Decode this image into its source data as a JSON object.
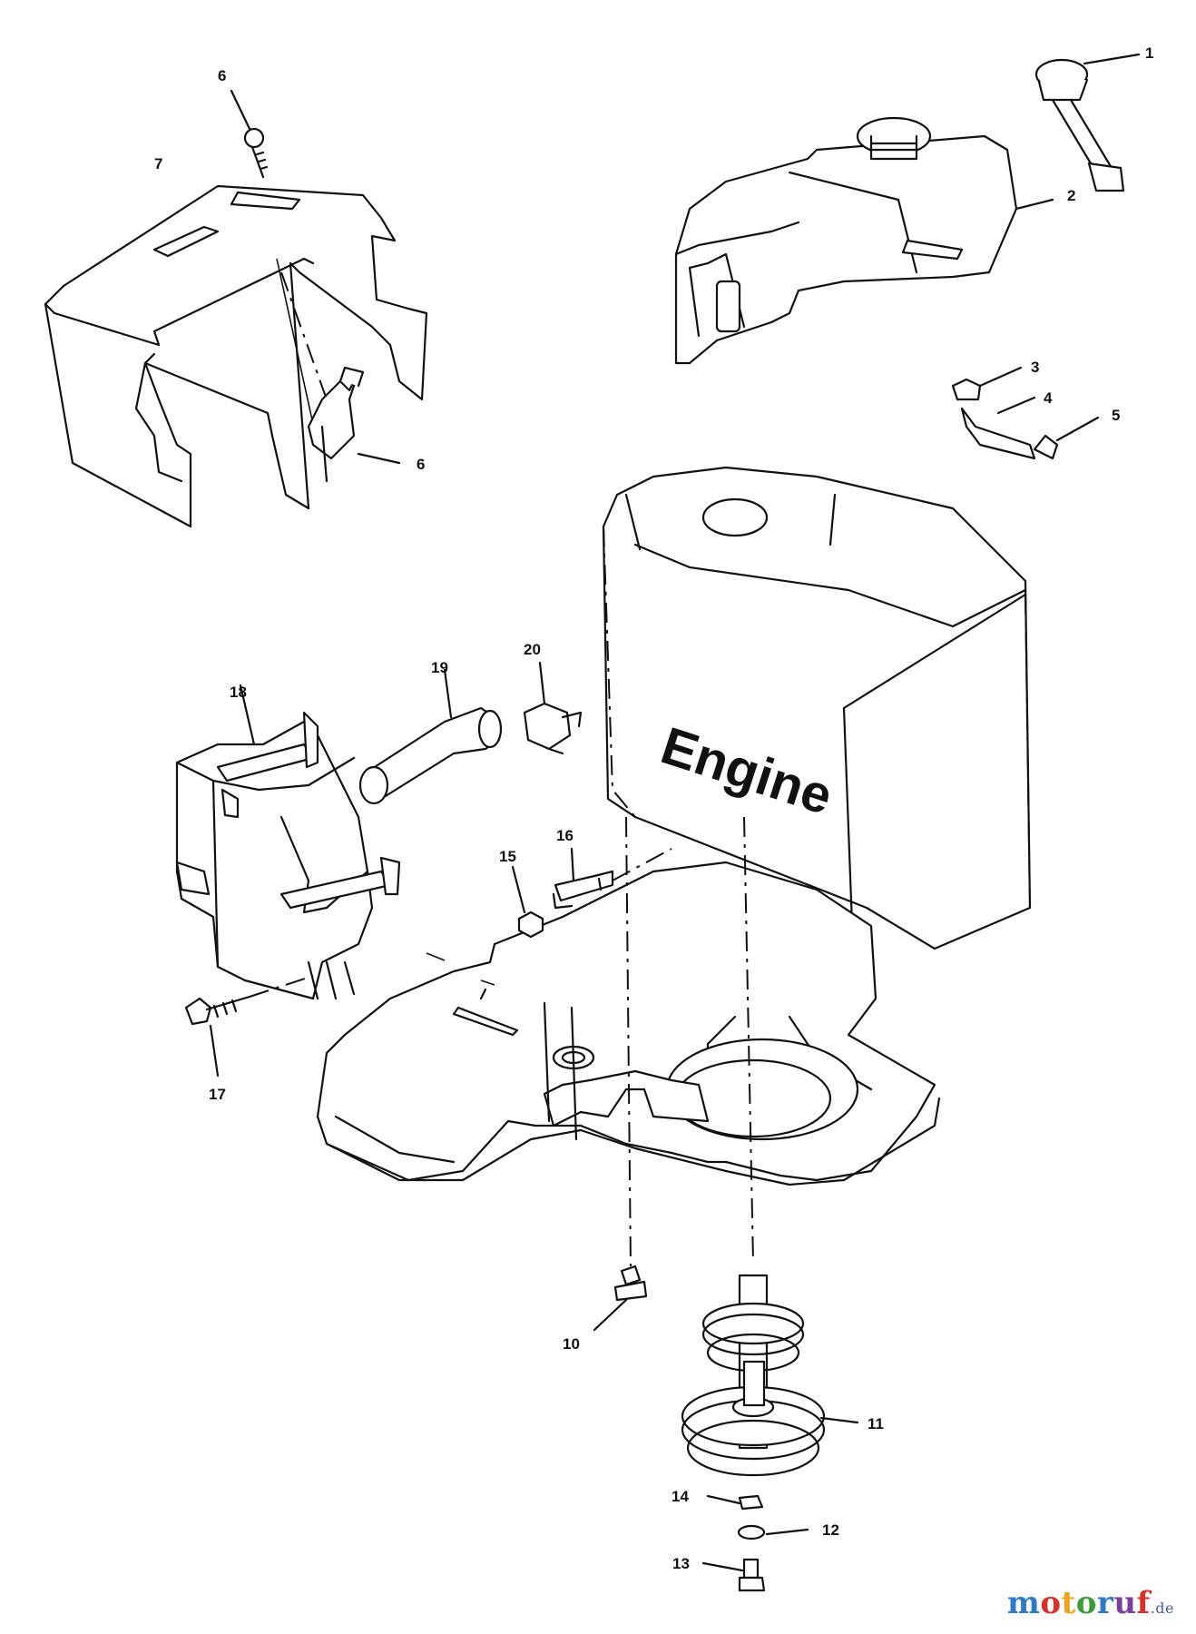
{
  "engine_label": "Engine",
  "callouts": {
    "c1": "1",
    "c2": "2",
    "c3": "3",
    "c4": "4",
    "c5": "5",
    "c6a": "6",
    "c6b": "6",
    "c7": "7",
    "c10": "10",
    "c11": "11",
    "c12": "12",
    "c13": "13",
    "c14": "14",
    "c15": "15",
    "c16": "16",
    "c17": "17",
    "c18": "18",
    "c19": "19",
    "c20": "20"
  },
  "watermark": {
    "letters": [
      "m",
      "o",
      "t",
      "o",
      "r",
      "u",
      "f"
    ],
    "suffix": ".de",
    "colors": [
      "#2f7ac8",
      "#d8312a",
      "#f0a21a",
      "#3a9d3a",
      "#2f7ac8",
      "#7a3fa0",
      "#d8312a"
    ]
  }
}
